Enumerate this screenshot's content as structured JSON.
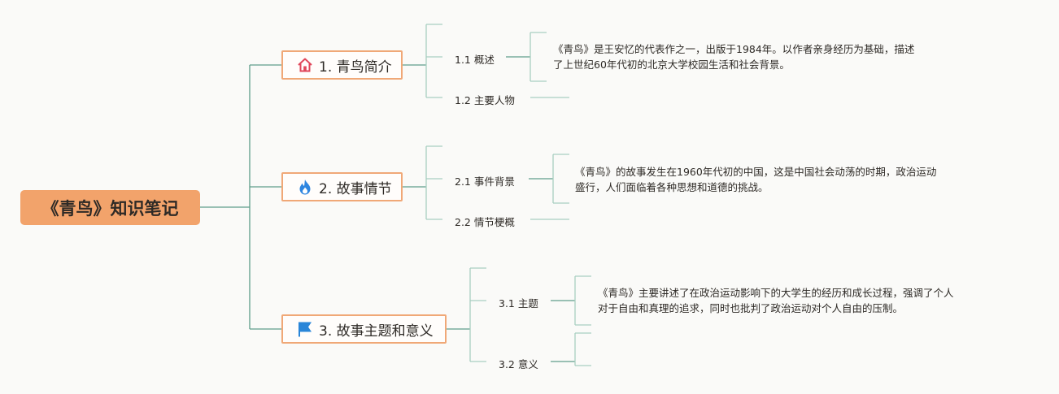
{
  "root": {
    "title": "《青鸟》知识笔记"
  },
  "topics": [
    {
      "label": "1. 青鸟简介",
      "icon": "house-icon",
      "subs": [
        {
          "label": "1.1 概述",
          "desc_lines": [
            "《青鸟》是王安忆的代表作之一，出版于1984年。以作者亲身经历为基础，描述",
            "了上世纪60年代初的北京大学校园生活和社会背景。"
          ]
        },
        {
          "label": "1.2 主要人物"
        }
      ]
    },
    {
      "label": "2. 故事情节",
      "icon": "flame-icon",
      "subs": [
        {
          "label": "2.1 事件背景",
          "desc_lines": [
            "《青鸟》的故事发生在1960年代初的中国，这是中国社会动荡的时期，政治运动",
            "盛行，人们面临着各种思想和道德的挑战。"
          ]
        },
        {
          "label": "2.2 情节梗概"
        }
      ]
    },
    {
      "label": "3. 故事主题和意义",
      "icon": "flag-icon",
      "subs": [
        {
          "label": "3.1 主题",
          "desc_lines": [
            "《青鸟》主要讲述了在政治运动影响下的大学生的经历和成长过程，强调了个人",
            "对于自由和真理的追求，同时也批判了政治运动对个人自由的压制。"
          ]
        },
        {
          "label": "3.2 意义"
        }
      ]
    }
  ],
  "colors": {
    "root_fill": "#f2a36b",
    "topic_border": "#f0a877",
    "connector": "#5f9d8a",
    "connector_light": "#a9cfc1",
    "house_icon": "#e0465a",
    "flame_icon": "#2f86e0",
    "flag_icon": "#2a86d8"
  }
}
